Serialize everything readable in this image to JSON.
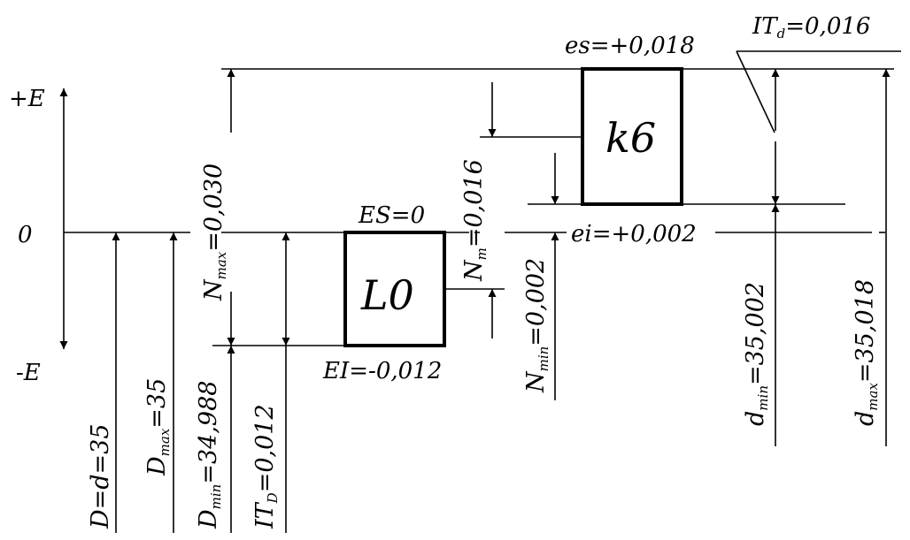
{
  "axis": {
    "plus_label": "+E",
    "minus_label": "-E",
    "zero_label": "0"
  },
  "hole": {
    "field_label": "L0",
    "upper_deviation": "ES=0",
    "lower_deviation": "EI=-0,012",
    "nominal": "D=d=35",
    "max_main": "D",
    "max_sub": "max",
    "max_value": "=35",
    "min_main": "D",
    "min_sub": "min",
    "min_value": "=34,988",
    "tol_main": "IT",
    "tol_sub": "D",
    "tol_value": "=0,012"
  },
  "shaft": {
    "field_label": "k6",
    "upper_deviation": "es=+0,018",
    "lower_deviation": "ei=+0,002",
    "tol_main": "IT",
    "tol_sub": "d",
    "tol_value": "=0,016",
    "min_main": "d",
    "min_sub": "min",
    "min_value": "=35,002",
    "max_main": "d",
    "max_sub": "max",
    "max_value": "=35,018"
  },
  "interference": {
    "max_main": "N",
    "max_sub": "max",
    "max_value": "=0,030",
    "mean_main": "N",
    "mean_sub": "m",
    "mean_value": "=0,016",
    "min_main": "N",
    "min_sub": "min",
    "min_value": "=0,002"
  }
}
